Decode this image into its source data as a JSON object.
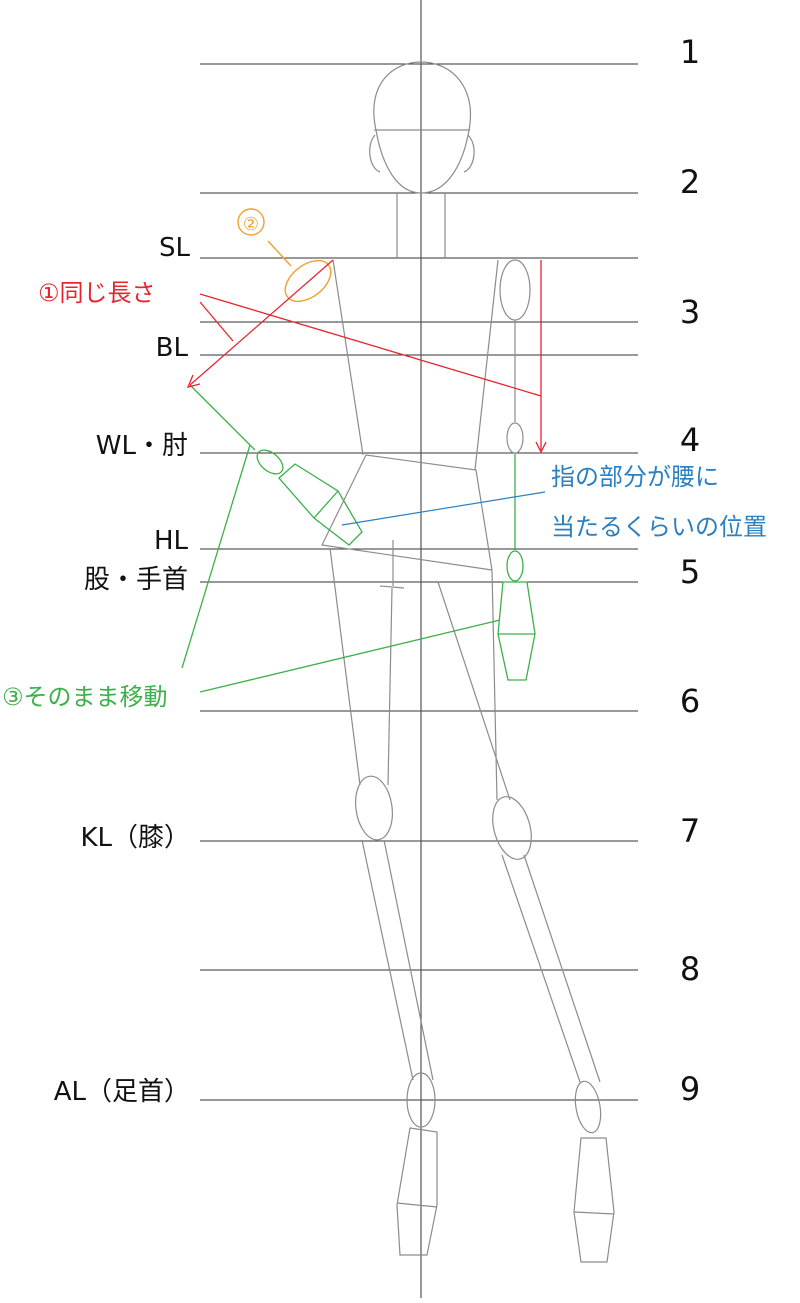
{
  "colors": {
    "guide": "#333333",
    "figure": "#8c8c8c",
    "red": "#e8242f",
    "orange": "#f0a030",
    "green": "#3cb04a",
    "blue": "#2a80c0"
  },
  "rows": [
    {
      "number": "1",
      "label": ""
    },
    {
      "number": "2",
      "label": ""
    },
    {
      "number": "",
      "label": "SL"
    },
    {
      "number": "3",
      "label": ""
    },
    {
      "number": "",
      "label": "BL"
    },
    {
      "number": "4",
      "label": "WL・肘"
    },
    {
      "number": "",
      "label": "HL"
    },
    {
      "number": "5",
      "label": "股・手首"
    },
    {
      "number": "6",
      "label": ""
    },
    {
      "number": "7",
      "label": "KL（膝）"
    },
    {
      "number": "8",
      "label": ""
    },
    {
      "number": "9",
      "label": "AL（足首）"
    }
  ],
  "annotations": {
    "same_length": "①同じ長さ",
    "circle_two": "②",
    "move_as_is": "③そのまま移動",
    "finger_note_line1": "指の部分が腰に",
    "finger_note_line2": "当たるくらいの位置"
  }
}
